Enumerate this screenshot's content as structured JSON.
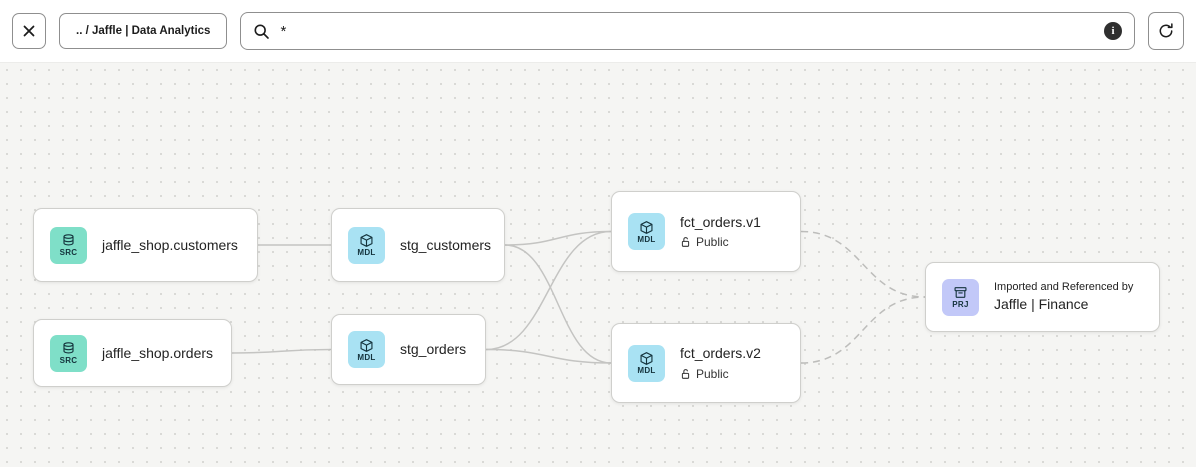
{
  "toolbar": {
    "breadcrumb": ".. / Jaffle | Data Analytics",
    "search_value": "*",
    "search_placeholder": ""
  },
  "nodes": [
    {
      "id": "src_customers",
      "badge": "SRC",
      "icon": "database",
      "label": "jaffle_shop.customers"
    },
    {
      "id": "src_orders",
      "badge": "SRC",
      "icon": "database",
      "label": "jaffle_shop.orders"
    },
    {
      "id": "stg_customers",
      "badge": "MDL",
      "icon": "cube",
      "label": "stg_customers"
    },
    {
      "id": "stg_orders",
      "badge": "MDL",
      "icon": "cube",
      "label": "stg_orders"
    },
    {
      "id": "fct_orders_v1",
      "badge": "MDL",
      "icon": "cube",
      "label": "fct_orders.v1",
      "sublabel": "Public"
    },
    {
      "id": "fct_orders_v2",
      "badge": "MDL",
      "icon": "cube",
      "label": "fct_orders.v2",
      "sublabel": "Public"
    },
    {
      "id": "prj_finance",
      "badge": "PRJ",
      "icon": "archive",
      "label": "Jaffle | Finance",
      "overline": "Imported and Referenced by"
    }
  ],
  "edges": [
    {
      "from": "src_customers",
      "to": "stg_customers",
      "style": "solid"
    },
    {
      "from": "src_orders",
      "to": "stg_orders",
      "style": "solid"
    },
    {
      "from": "stg_customers",
      "to": "fct_orders_v1",
      "style": "solid"
    },
    {
      "from": "stg_customers",
      "to": "fct_orders_v2",
      "style": "solid"
    },
    {
      "from": "stg_orders",
      "to": "fct_orders_v1",
      "style": "solid"
    },
    {
      "from": "stg_orders",
      "to": "fct_orders_v2",
      "style": "solid"
    },
    {
      "from": "fct_orders_v1",
      "to": "prj_finance",
      "style": "dashed"
    },
    {
      "from": "fct_orders_v2",
      "to": "prj_finance",
      "style": "dashed"
    }
  ],
  "colors": {
    "src_badge": "#7fdfc8",
    "mdl_badge": "#a9e2f3",
    "prj_badge": "#c2c8f8",
    "canvas_bg": "#f5f5f3",
    "edge_solid": "#c4c4c2",
    "edge_dashed": "#bdbdbb"
  }
}
